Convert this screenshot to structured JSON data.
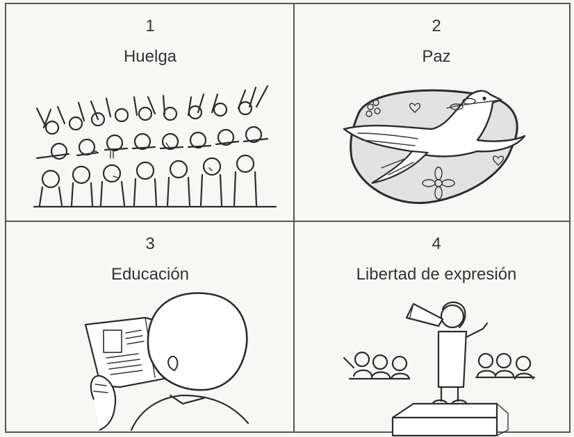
{
  "cards": [
    {
      "number": "1",
      "label": "Huelga",
      "illustration": "crowd-protest-icon"
    },
    {
      "number": "2",
      "label": "Paz",
      "illustration": "peace-dove-icon"
    },
    {
      "number": "3",
      "label": "Educación",
      "illustration": "reading-child-icon"
    },
    {
      "number": "4",
      "label": "Libertad de expresión",
      "illustration": "megaphone-speaker-icon"
    }
  ]
}
